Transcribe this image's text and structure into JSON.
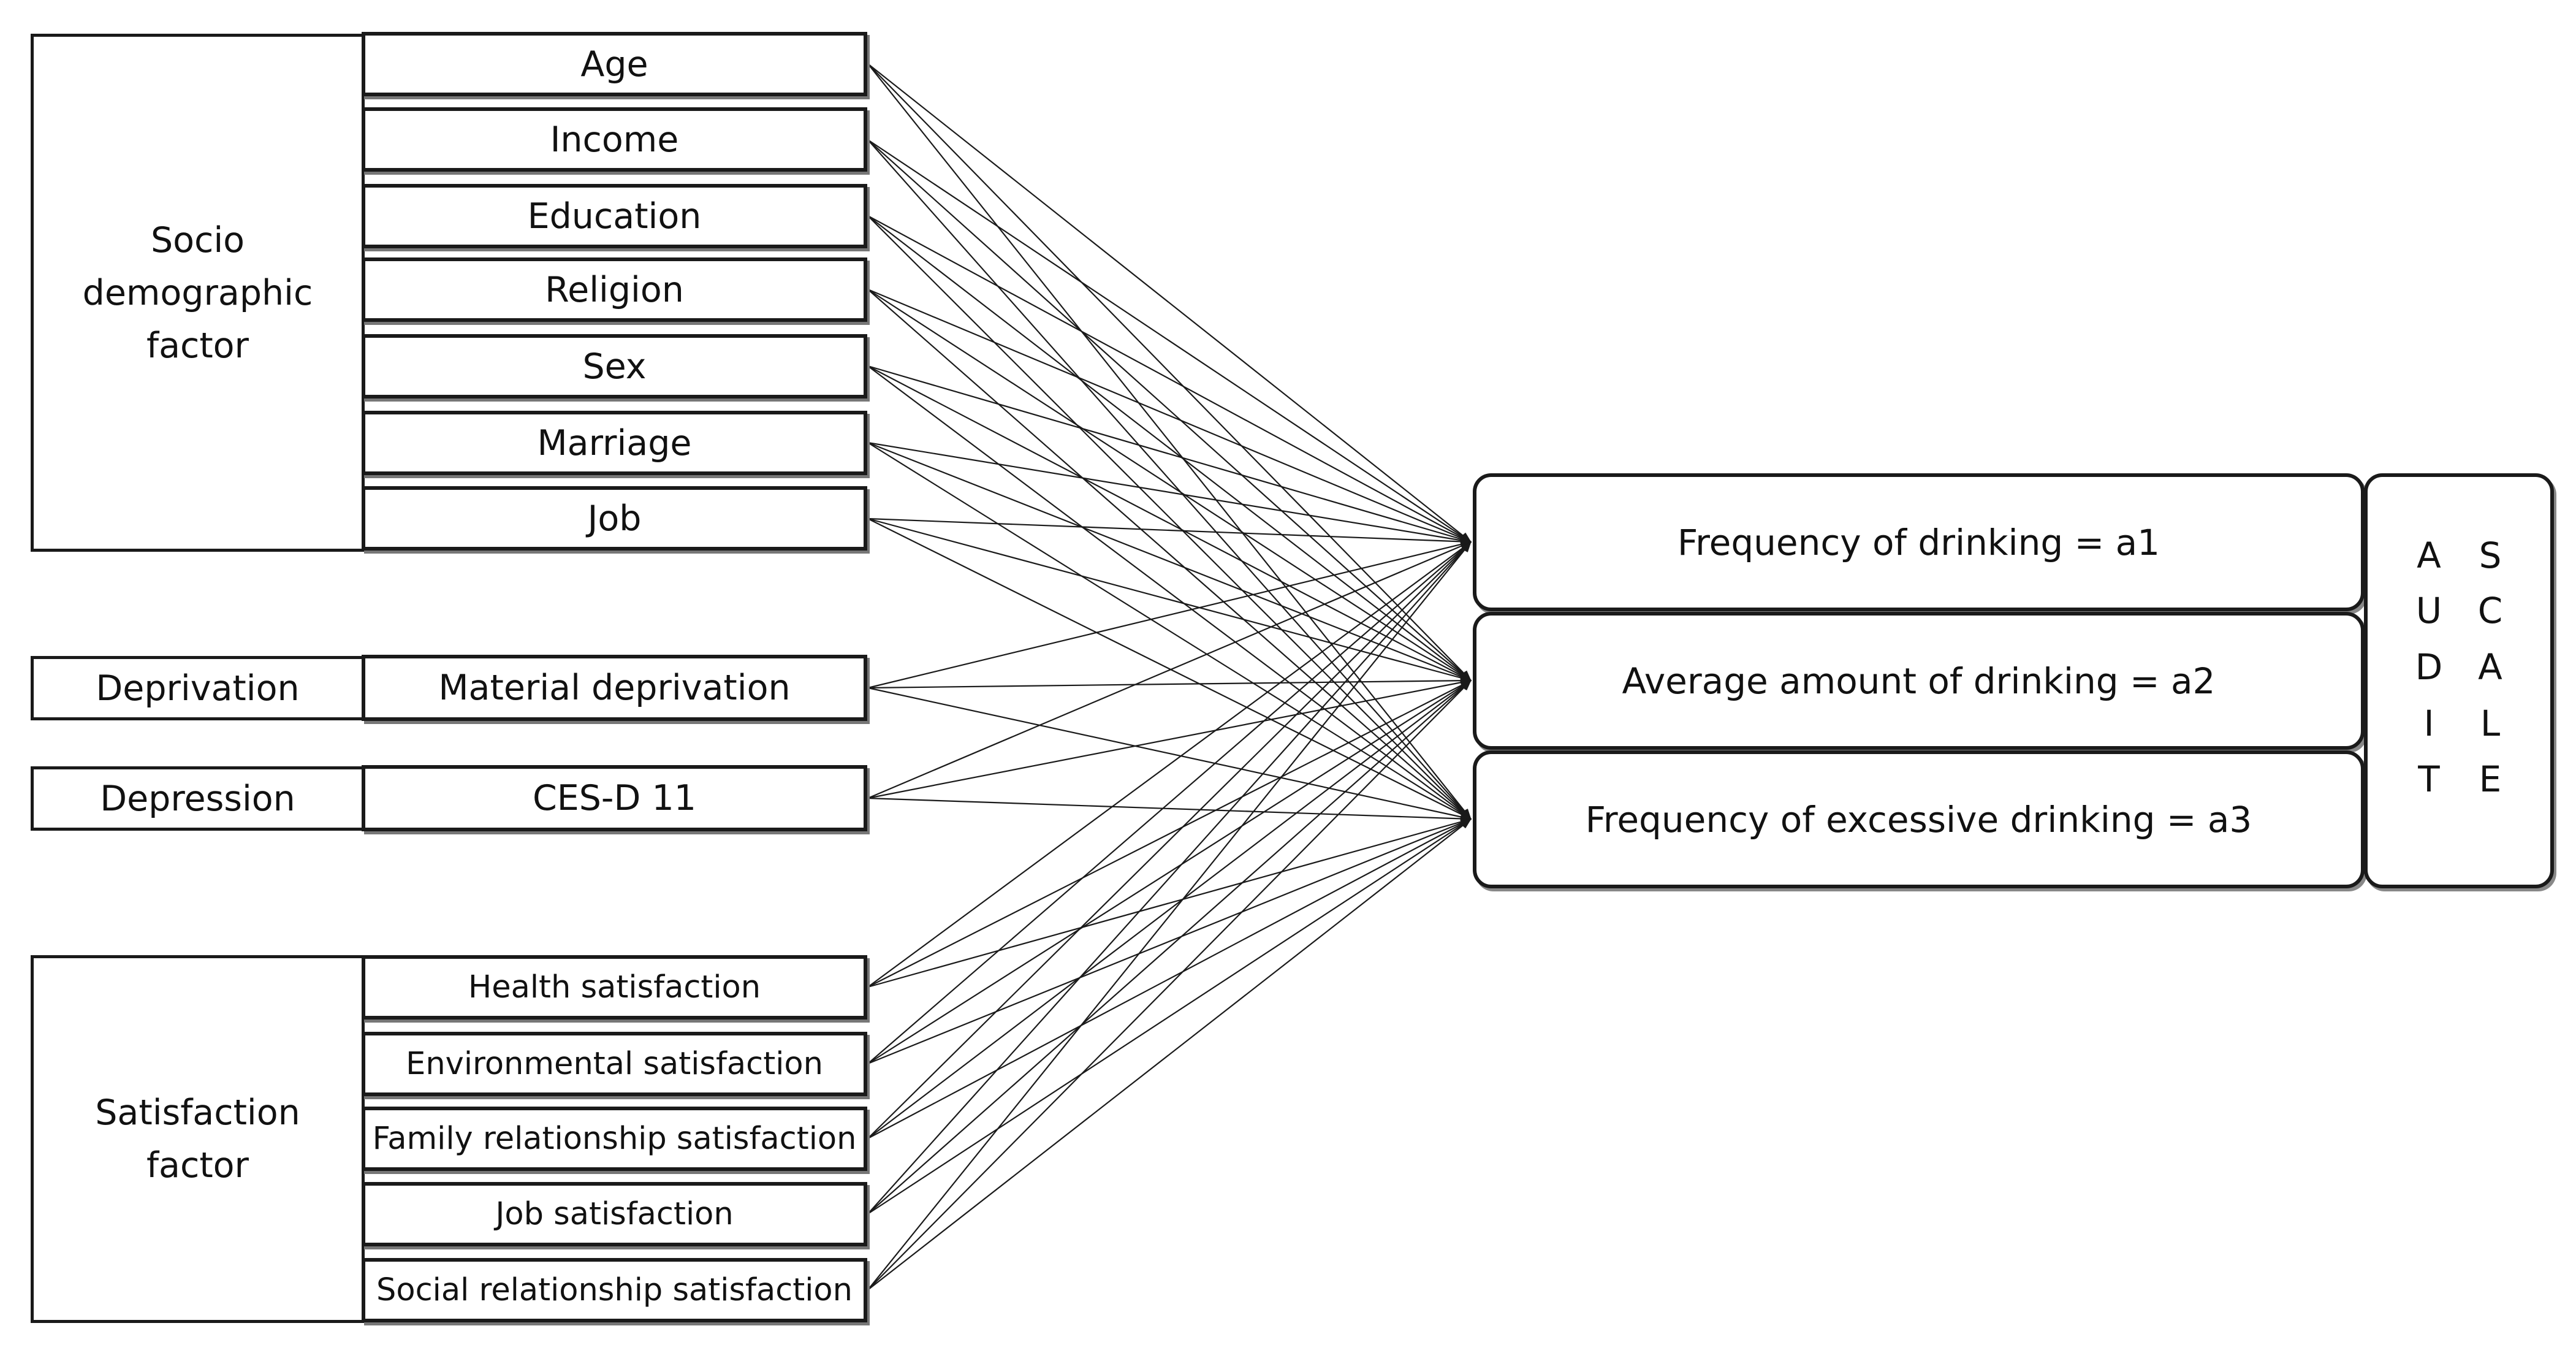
{
  "groups": {
    "socio": [
      "Socio",
      "demographic",
      "factor"
    ],
    "deprivation": "Deprivation",
    "depression": "Depression",
    "satisfaction": [
      "Satisfaction",
      "factor"
    ]
  },
  "variables": {
    "socio": [
      "Age",
      "Income",
      "Education",
      "Religion",
      "Sex",
      "Marriage",
      "Job"
    ],
    "deprivation": "Material deprivation",
    "depression": "CES-D 11",
    "satisfaction": [
      "Health satisfaction",
      "Environmental satisfaction",
      "Family relationship satisfaction",
      "Job satisfaction",
      "Social relationship satisfaction"
    ]
  },
  "outcomes": [
    "Frequency of drinking = a1",
    "Average amount of drinking = a2",
    "Frequency of excessive drinking = a3"
  ],
  "scale": {
    "col1": [
      "A",
      "U",
      "D",
      "I",
      "T"
    ],
    "col2": [
      "S",
      "C",
      "A",
      "L",
      "E"
    ]
  },
  "colors": {
    "stroke": "#1a1a1a",
    "shadow": "#888888",
    "background": "#ffffff"
  }
}
